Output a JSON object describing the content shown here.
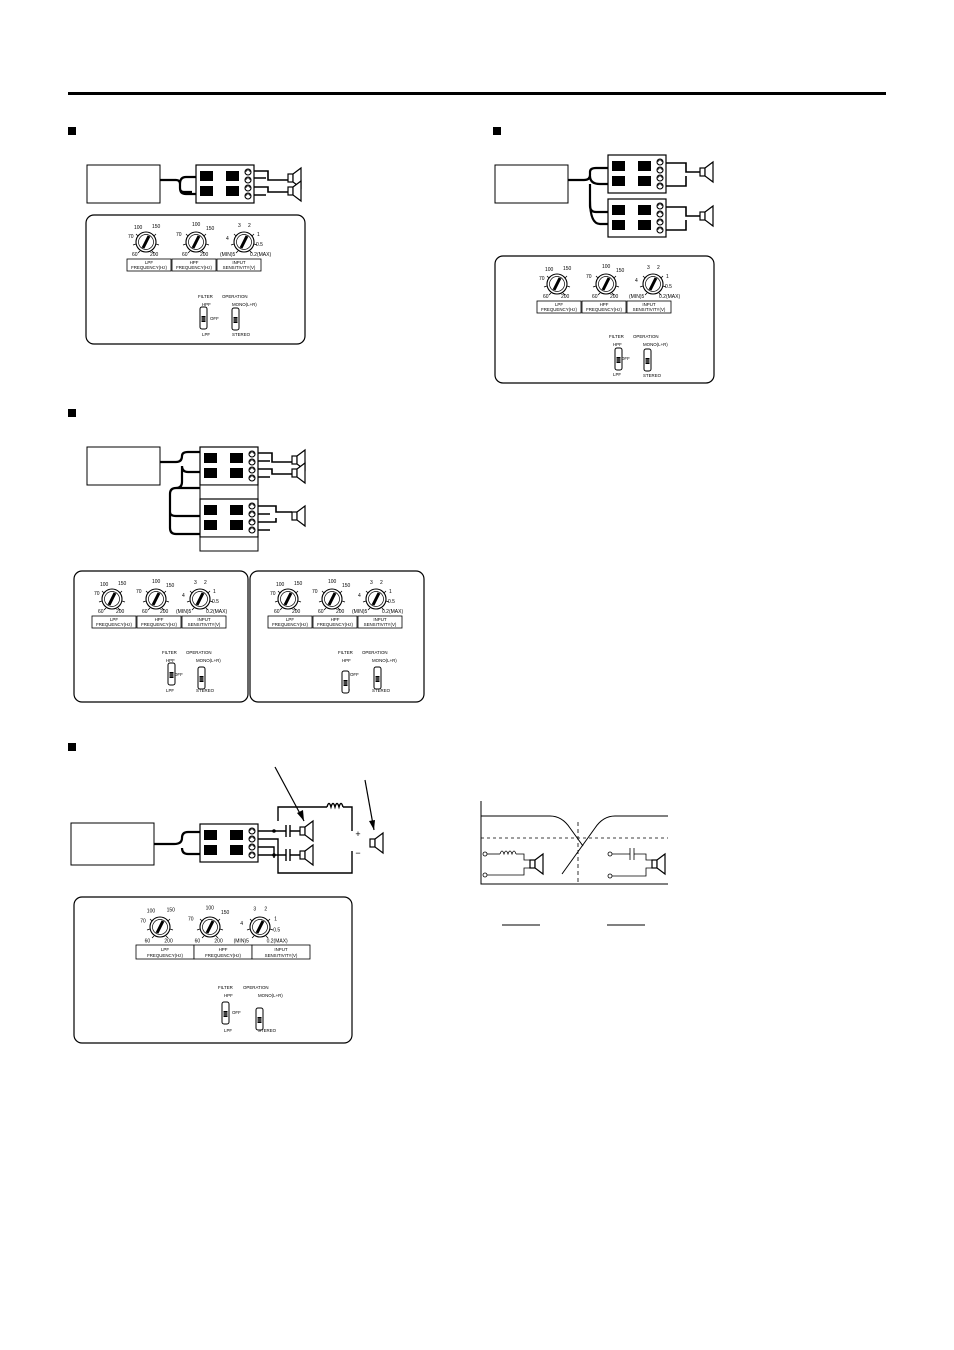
{
  "panel_labels": {
    "lpf_scale": [
      "100",
      "150",
      "70",
      "60",
      "200"
    ],
    "hpf_scale": [
      "100",
      "70",
      "150",
      "60",
      "200"
    ],
    "sens_scale": [
      "3",
      "2",
      "4",
      "1",
      "0.5",
      "(MIN)5",
      "0.2(MAX)"
    ],
    "lpf": [
      "LPF",
      "FREQUENCY(Hz)"
    ],
    "hpf": [
      "HPF",
      "FREQUENCY(Hz)"
    ],
    "sens": [
      "INPUT",
      "SENSITIVITY(V)"
    ],
    "filter": "FILTER",
    "operation": "OPERATION",
    "hpf_pos": "HPF",
    "off_pos": "OFF",
    "lpf_pos": "LPF",
    "mono": "MONO(L+R)",
    "stereo": "STEREO"
  },
  "terminal_symbols": {
    "plus": "+",
    "minus": "−"
  },
  "colors": {
    "ink": "#000000",
    "paper": "#ffffff"
  }
}
